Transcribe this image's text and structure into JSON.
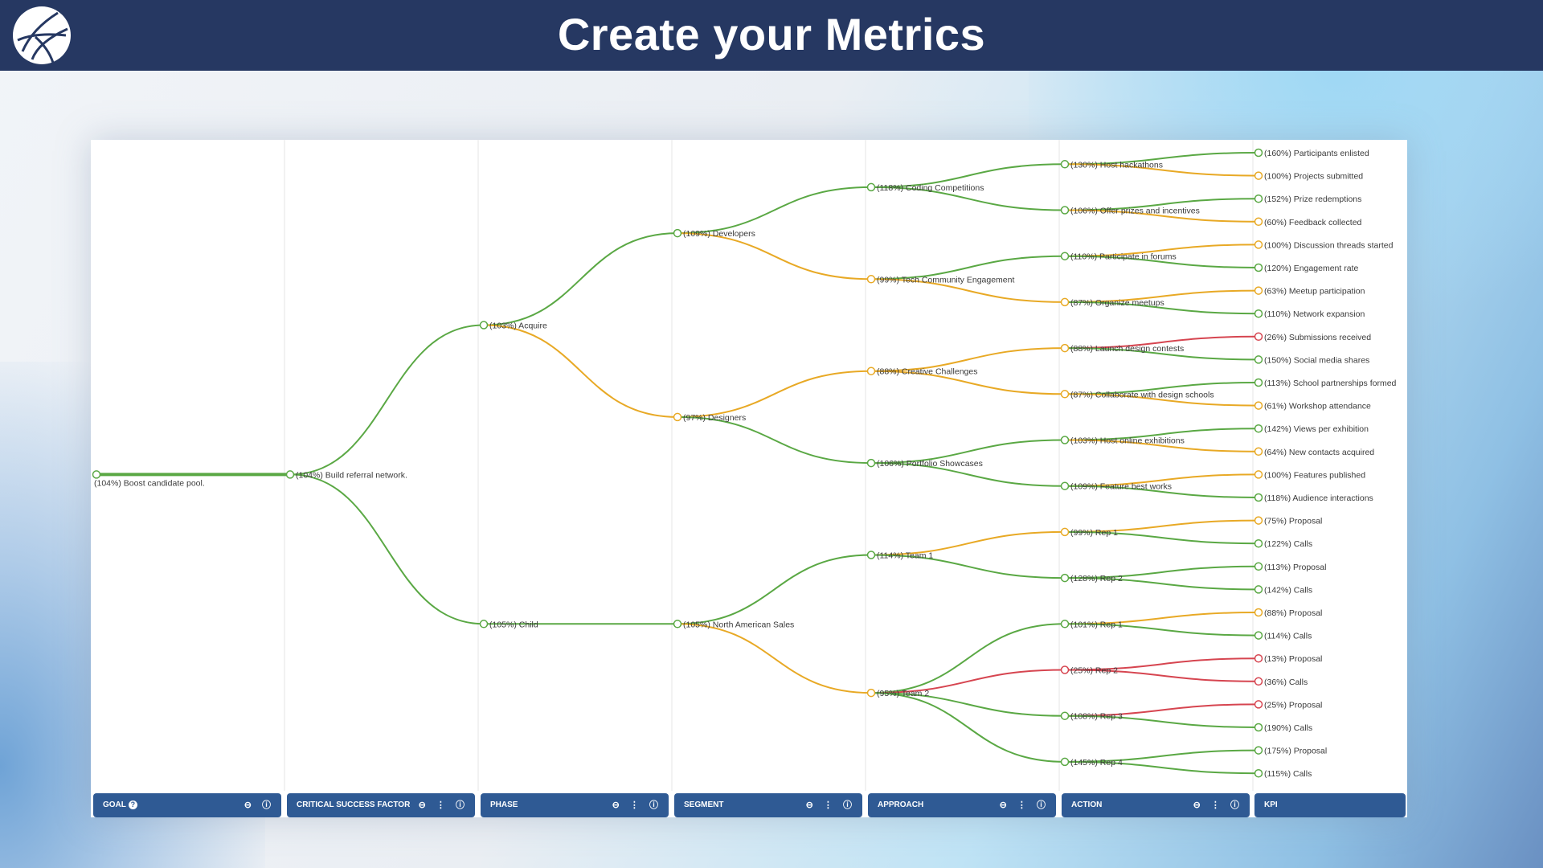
{
  "page": {
    "title": "Create your Metrics"
  },
  "colors": {
    "green": "#5aa844",
    "orange": "#e8a925",
    "red": "#d64550",
    "header_bg": "#263862",
    "footer_bg": "#2f5a94"
  },
  "columns": [
    {
      "label": "GOAL",
      "help": "?",
      "icons": "⊖ ⓘ"
    },
    {
      "label": "CRITICAL SUCCESS FACTOR",
      "icons": "⊖ ⋮ ⓘ"
    },
    {
      "label": "PHASE",
      "icons": "⊖ ⋮ ⓘ"
    },
    {
      "label": "SEGMENT",
      "icons": "⊖ ⋮ ⓘ"
    },
    {
      "label": "APPROACH",
      "icons": "⊖ ⋮ ⓘ"
    },
    {
      "label": "ACTION",
      "icons": "⊖ ⋮ ⓘ"
    },
    {
      "label": "KPI"
    }
  ],
  "tree": {
    "label": "(104%) Boost candidate pool.",
    "status": "green",
    "children": [
      {
        "label": "(104%) Build referral network.",
        "status": "green",
        "children": [
          {
            "label": "(103%) Acquire",
            "status": "green",
            "children": [
              {
                "label": "(109%) Developers",
                "status": "green",
                "children": [
                  {
                    "label": "(118%) Coding Competitions",
                    "status": "green",
                    "children": [
                      {
                        "label": "(130%) Host hackathons",
                        "status": "green",
                        "children": [
                          {
                            "label": "(160%) Participants enlisted",
                            "status": "green"
                          },
                          {
                            "label": "(100%) Projects submitted",
                            "status": "orange"
                          }
                        ]
                      },
                      {
                        "label": "(106%) Offer prizes and incentives",
                        "status": "green",
                        "children": [
                          {
                            "label": "(152%) Prize redemptions",
                            "status": "green"
                          },
                          {
                            "label": "(60%) Feedback collected",
                            "status": "orange"
                          }
                        ]
                      }
                    ]
                  },
                  {
                    "label": "(99%) Tech Community Engagement",
                    "status": "orange",
                    "children": [
                      {
                        "label": "(110%) Participate in forums",
                        "status": "green",
                        "children": [
                          {
                            "label": "(100%) Discussion threads started",
                            "status": "orange"
                          },
                          {
                            "label": "(120%) Engagement rate",
                            "status": "green"
                          }
                        ]
                      },
                      {
                        "label": "(87%) Organize meetups",
                        "status": "orange",
                        "children": [
                          {
                            "label": "(63%) Meetup participation",
                            "status": "orange"
                          },
                          {
                            "label": "(110%) Network expansion",
                            "status": "green"
                          }
                        ]
                      }
                    ]
                  }
                ]
              },
              {
                "label": "(97%) Designers",
                "status": "orange",
                "children": [
                  {
                    "label": "(88%) Creative Challenges",
                    "status": "orange",
                    "children": [
                      {
                        "label": "(88%) Launch design contests",
                        "status": "orange",
                        "children": [
                          {
                            "label": "(26%) Submissions received",
                            "status": "red"
                          },
                          {
                            "label": "(150%) Social media shares",
                            "status": "green"
                          }
                        ]
                      },
                      {
                        "label": "(87%) Collaborate with design schools",
                        "status": "orange",
                        "children": [
                          {
                            "label": "(113%) School partnerships formed",
                            "status": "green"
                          },
                          {
                            "label": "(61%) Workshop attendance",
                            "status": "orange"
                          }
                        ]
                      }
                    ]
                  },
                  {
                    "label": "(106%) Portfolio Showcases",
                    "status": "green",
                    "children": [
                      {
                        "label": "(103%) Host online exhibitions",
                        "status": "green",
                        "children": [
                          {
                            "label": "(142%) Views per exhibition",
                            "status": "green"
                          },
                          {
                            "label": "(64%) New contacts acquired",
                            "status": "orange"
                          }
                        ]
                      },
                      {
                        "label": "(109%) Feature best works",
                        "status": "green",
                        "children": [
                          {
                            "label": "(100%) Features published",
                            "status": "orange"
                          },
                          {
                            "label": "(118%) Audience interactions",
                            "status": "green"
                          }
                        ]
                      }
                    ]
                  }
                ]
              }
            ]
          },
          {
            "label": "(105%) Child",
            "status": "green",
            "children": [
              {
                "label": "(105%) North American Sales",
                "status": "green",
                "children": [
                  {
                    "label": "(114%) Team 1",
                    "status": "green",
                    "children": [
                      {
                        "label": "(99%) Rep 1",
                        "status": "orange",
                        "children": [
                          {
                            "label": "(75%) Proposal",
                            "status": "orange"
                          },
                          {
                            "label": "(122%) Calls",
                            "status": "green"
                          }
                        ]
                      },
                      {
                        "label": "(128%) Rep 2",
                        "status": "green",
                        "children": [
                          {
                            "label": "(113%) Proposal",
                            "status": "green"
                          },
                          {
                            "label": "(142%) Calls",
                            "status": "green"
                          }
                        ]
                      }
                    ]
                  },
                  {
                    "label": "(95%) Team 2",
                    "status": "orange",
                    "children": [
                      {
                        "label": "(101%) Rep 1",
                        "status": "green",
                        "children": [
                          {
                            "label": "(88%) Proposal",
                            "status": "orange"
                          },
                          {
                            "label": "(114%) Calls",
                            "status": "green"
                          }
                        ]
                      },
                      {
                        "label": "(25%) Rep 2",
                        "status": "red",
                        "children": [
                          {
                            "label": "(13%) Proposal",
                            "status": "red"
                          },
                          {
                            "label": "(36%) Calls",
                            "status": "red"
                          }
                        ]
                      },
                      {
                        "label": "(108%) Rep 3",
                        "status": "green",
                        "children": [
                          {
                            "label": "(25%) Proposal",
                            "status": "red"
                          },
                          {
                            "label": "(190%) Calls",
                            "status": "green"
                          }
                        ]
                      },
                      {
                        "label": "(145%) Rep 4",
                        "status": "green",
                        "children": [
                          {
                            "label": "(175%) Proposal",
                            "status": "green"
                          },
                          {
                            "label": "(115%) Calls",
                            "status": "green"
                          }
                        ]
                      }
                    ]
                  }
                ]
              }
            ]
          }
        ]
      }
    ]
  }
}
